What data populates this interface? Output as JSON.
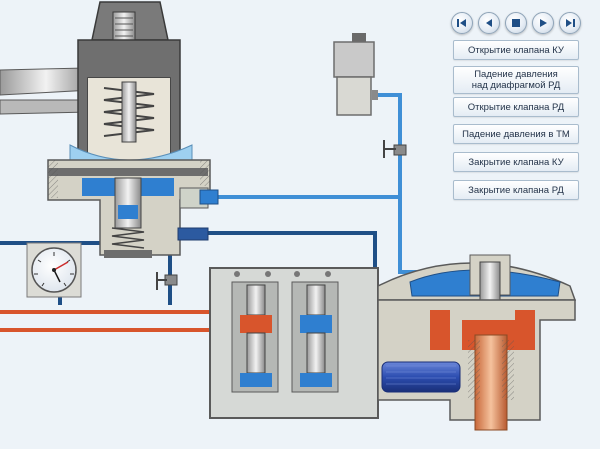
{
  "player_controls": [
    {
      "id": "first",
      "icon": "skip-to-start-icon"
    },
    {
      "id": "prev",
      "icon": "step-back-icon"
    },
    {
      "id": "stop",
      "icon": "stop-icon"
    },
    {
      "id": "play",
      "icon": "play-icon"
    },
    {
      "id": "last",
      "icon": "skip-to-end-icon"
    }
  ],
  "steps": [
    {
      "label": "Открытие клапана КУ"
    },
    {
      "label": "Падение давления\nнад диафрагмой РД"
    },
    {
      "label": "Открытие клапана РД"
    },
    {
      "label": "Падение давления в ТМ"
    },
    {
      "label": "Закрытие клапана КУ"
    },
    {
      "label": "Закрытие клапана РД"
    }
  ],
  "colors": {
    "background": "#edf3f8",
    "pipe_light": "#3f8fd6",
    "pipe_dark": "#1f4f86",
    "pipe_red": "#d8552c",
    "body_gray": "#6d6d6d",
    "body_light": "#cfcfc6",
    "chamber_blue": "#2f7fd0",
    "piston_orange": "#e07a3a"
  },
  "gauge": {
    "icon": "pressure-gauge-icon"
  }
}
